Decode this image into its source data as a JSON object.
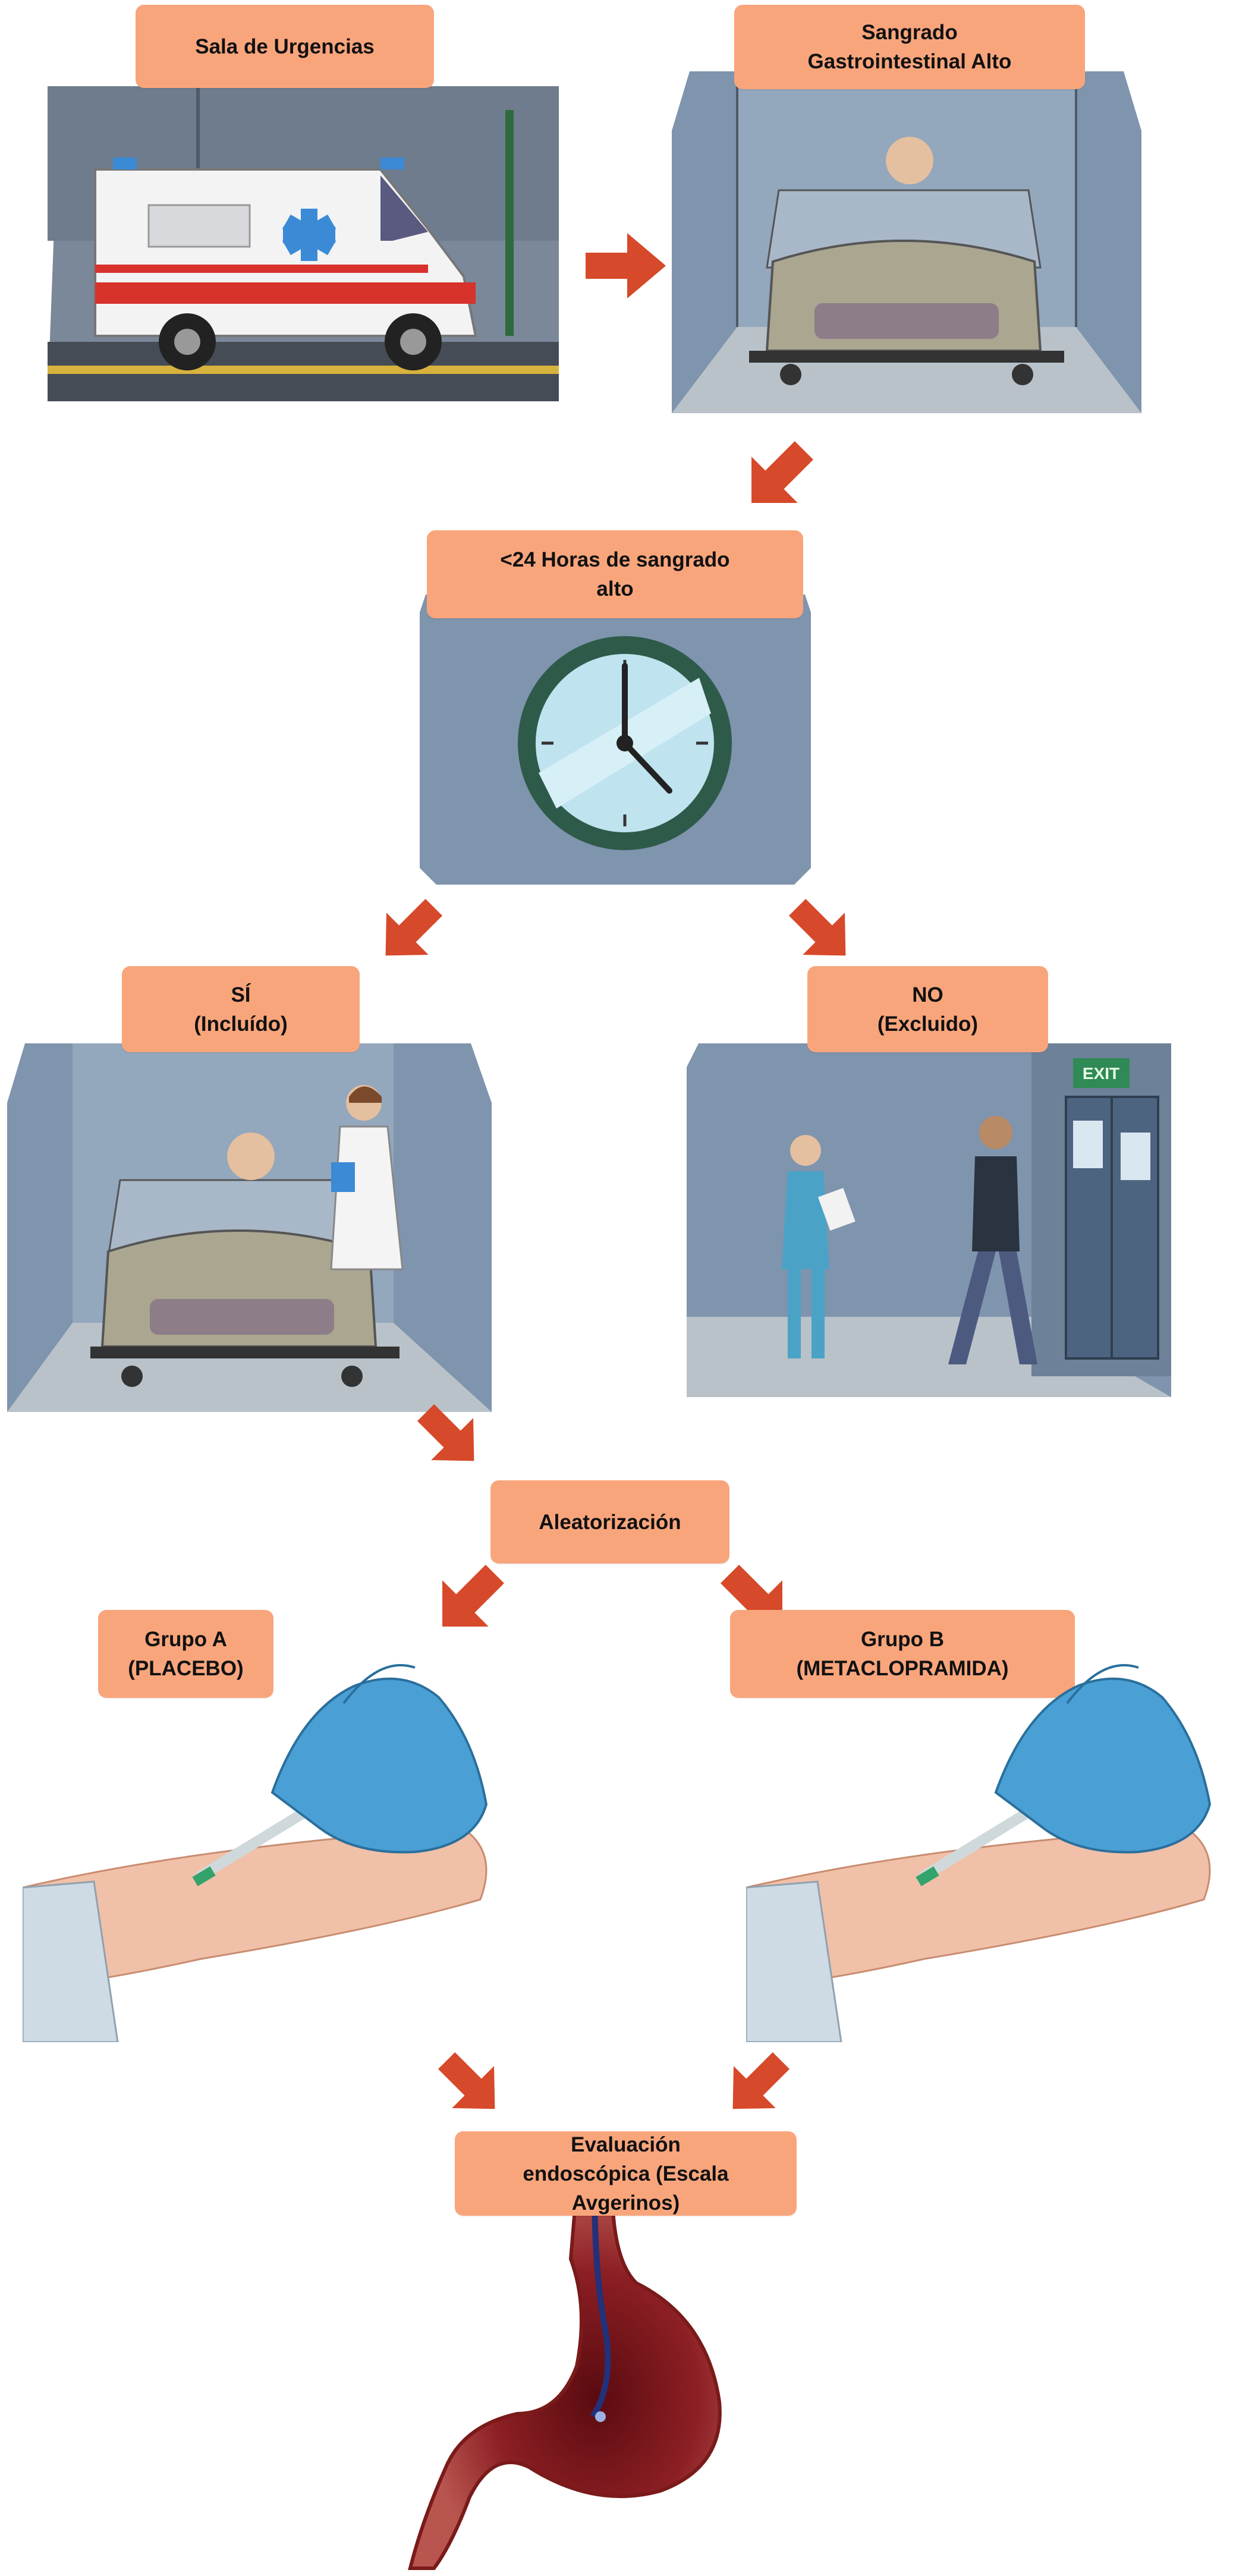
{
  "colors": {
    "label_bg": "#f9a57c",
    "arrow": "#d6492a",
    "room": "#7f94ad",
    "floor": "#b9c2c9"
  },
  "nodes": {
    "urgencias": "Sala de Urgencias",
    "sangrado": "Sangrado\nGastrointestinal Alto",
    "horas": "<24 Horas de sangrado\nalto",
    "si": "SÍ\n(Incluído)",
    "no": "NO\n(Excluido)",
    "aleatorizacion": "Aleatorización",
    "grupo_a": "Grupo A\n(PLACEBO)",
    "grupo_b": "Grupo B\n(METACLOPRAMIDA)",
    "evaluacion": "Evaluación\nendoscópica (Escala\nAvgerinos)"
  },
  "exit_sign": "EXIT",
  "icons": [
    "ambulance",
    "hospital-bed",
    "clock",
    "doctor",
    "nurse",
    "walking-man",
    "exit-door",
    "gloved-hand",
    "syringe",
    "arm",
    "stomach",
    "endoscope"
  ]
}
